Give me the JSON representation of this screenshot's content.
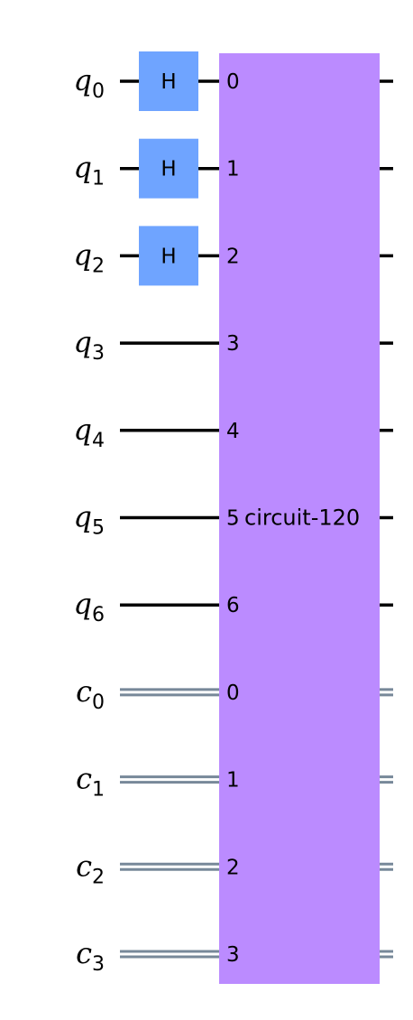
{
  "circuit": {
    "qubits": [
      {
        "name": "q",
        "index": "0"
      },
      {
        "name": "q",
        "index": "1"
      },
      {
        "name": "q",
        "index": "2"
      },
      {
        "name": "q",
        "index": "3"
      },
      {
        "name": "q",
        "index": "4"
      },
      {
        "name": "q",
        "index": "5"
      },
      {
        "name": "q",
        "index": "6"
      }
    ],
    "clbits": [
      {
        "name": "c",
        "index": "0"
      },
      {
        "name": "c",
        "index": "1"
      },
      {
        "name": "c",
        "index": "2"
      },
      {
        "name": "c",
        "index": "3"
      }
    ],
    "h_gates": [
      {
        "label": "H",
        "target_qubit": 0
      },
      {
        "label": "H",
        "target_qubit": 1
      },
      {
        "label": "H",
        "target_qubit": 2
      }
    ],
    "block": {
      "label": "circuit-120",
      "qubit_ports": [
        "0",
        "1",
        "2",
        "3",
        "4",
        "5",
        "6"
      ],
      "clbit_ports": [
        "0",
        "1",
        "2",
        "3"
      ]
    },
    "colors": {
      "h_gate": "#6fa4ff",
      "block": "#bb8bff",
      "qubit_wire": "#000000",
      "clbit_wire": "#778899"
    }
  }
}
